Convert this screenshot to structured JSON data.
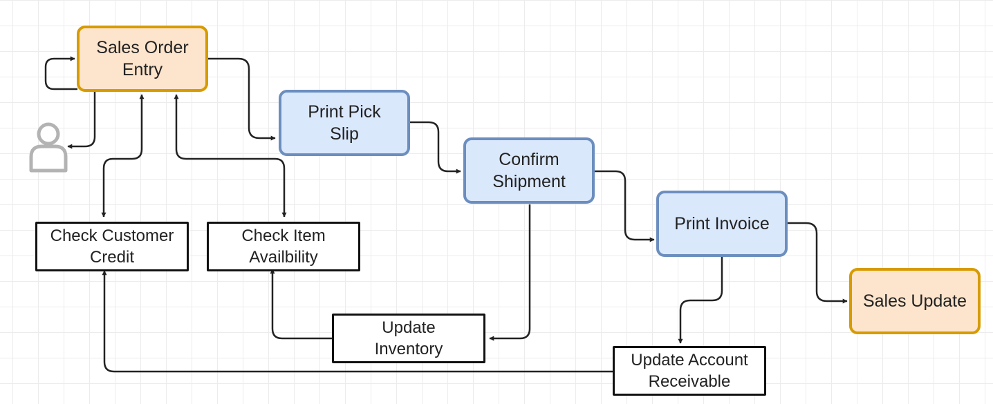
{
  "nodes": {
    "sales_order_entry": "Sales Order\nEntry",
    "print_pick_slip": "Print Pick\nSlip",
    "confirm_shipment": "Confirm\nShipment",
    "print_invoice": "Print Invoice",
    "sales_update": "Sales Update",
    "check_customer_credit": "Check Customer\nCredit",
    "check_item_availability": "Check Item\nAvailbility",
    "update_inventory": "Update\nInventory",
    "update_account_receivable": "Update Account\nReceivable"
  },
  "colors": {
    "process_fill": "#fde4cc",
    "process_border": "#d79b00",
    "step_fill": "#dae8fc",
    "step_border": "#6c8ebf",
    "edge": "#222222",
    "actor": "#b3b3b3"
  },
  "actor_icon": "user-icon"
}
